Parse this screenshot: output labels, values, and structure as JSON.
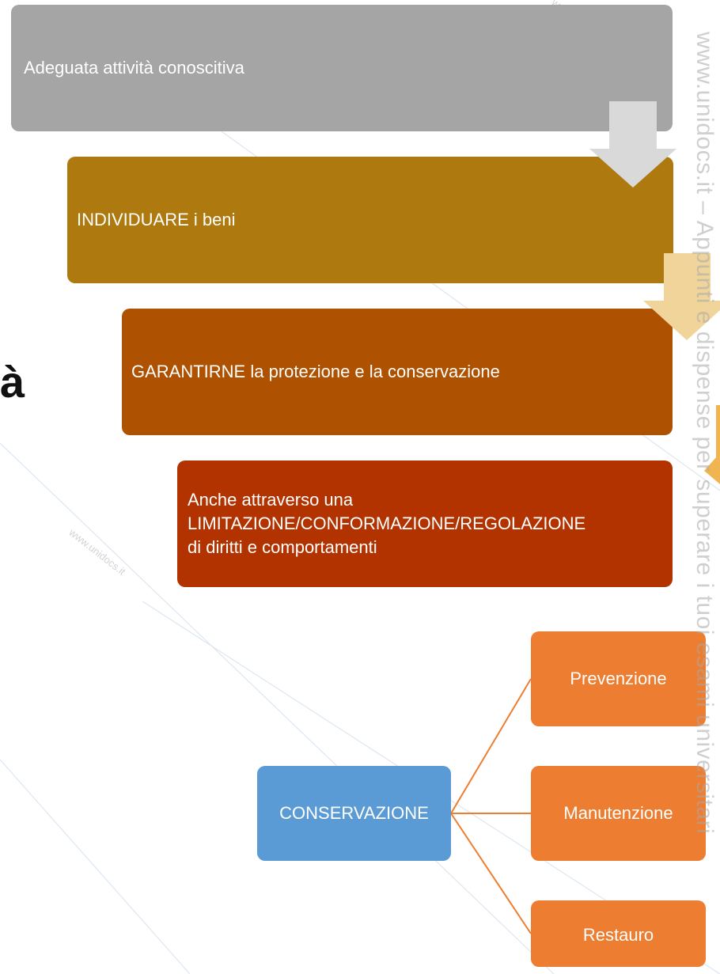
{
  "steps": [
    {
      "label": "Adeguata attività conoscitiva",
      "color": "#a5a5a5"
    },
    {
      "label": "INDIVIDUARE i beni",
      "color": "#ae7a10"
    },
    {
      "label": "GARANTIRNE la protezione e la conservazione",
      "color": "#ae5201"
    },
    {
      "label": "Anche attraverso una\nLIMITAZIONE/CONFORMAZIONE/REGOLAZIONE\ndi diritti e comportamenti",
      "color": "#b33300"
    }
  ],
  "arrow_colors": [
    "#d9d9d9",
    "#f0d49a",
    "#f0b450"
  ],
  "side_char": "à",
  "hierarchy": {
    "root": {
      "label": "CONSERVAZIONE",
      "color": "#5b9bd5"
    },
    "children": [
      {
        "label": "Prevenzione",
        "color": "#ed7d31"
      },
      {
        "label": "Manutenzione",
        "color": "#ed7d31"
      },
      {
        "label": "Restauro",
        "color": "#ed7d31"
      }
    ],
    "connector_color": "#ed7d31"
  },
  "watermark": {
    "vertical": "www.unidocs.it – Appunti e dispense per superare i tuoi esami universitari",
    "diagonal": "www.unidocs.it"
  }
}
